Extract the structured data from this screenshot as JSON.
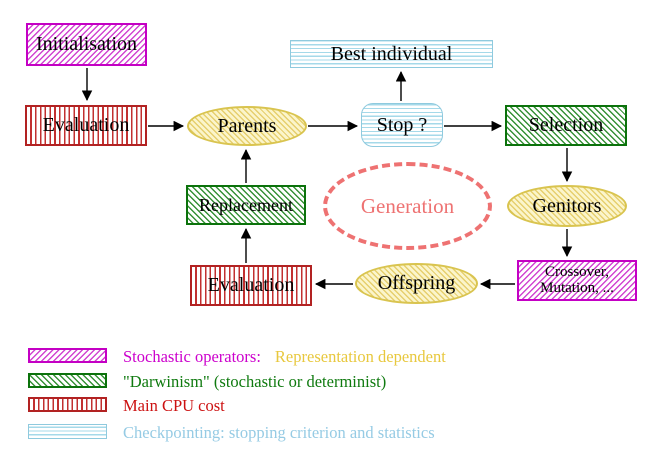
{
  "diagram": {
    "title": "Evolutionary algorithm generation loop",
    "nodes": {
      "initialisation": {
        "label": "Initialisation"
      },
      "evaluation_top": {
        "label": "Evaluation"
      },
      "parents": {
        "label": "Parents"
      },
      "best_individual": {
        "label": "Best individual"
      },
      "stop": {
        "label": "Stop ?"
      },
      "selection": {
        "label": "Selection"
      },
      "replacement": {
        "label": "Replacement"
      },
      "generation": {
        "label": "Generation"
      },
      "genitors": {
        "label": "Genitors"
      },
      "evaluation_bottom": {
        "label": "Evaluation"
      },
      "offspring": {
        "label": "Offspring"
      },
      "crossover": {
        "line1": "Crossover,",
        "line2": "Mutation, ..."
      }
    }
  },
  "legend": {
    "rows": [
      {
        "swatch": "magenta-diagonal-hatch",
        "label": "Stochastic operators:",
        "label2": "Representation dependent"
      },
      {
        "swatch": "green-diagonal-hatch",
        "label": "\"Darwinism\" (stochastic or determinist)"
      },
      {
        "swatch": "red-vertical-stripes",
        "label": "Main CPU cost"
      },
      {
        "swatch": "cyan-horizontal-stripes",
        "label": "Checkpointing: stopping criterion and statistics"
      }
    ]
  },
  "colors": {
    "magenta": "#cc00cc",
    "yellow_text": "#e8c83e",
    "green_text": "#0f7a0f",
    "red_text": "#cc1111",
    "cyan_text": "#96cbe4",
    "salmon": "#ee7272",
    "arrow": "#000000"
  }
}
